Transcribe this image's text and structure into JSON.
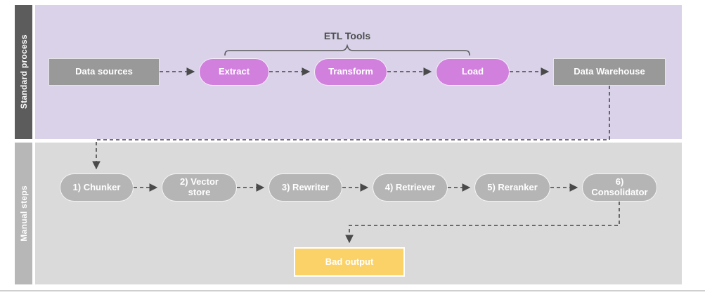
{
  "diagram": {
    "lanes": [
      {
        "label": "Standard process"
      },
      {
        "label": "Manual steps"
      }
    ],
    "annotations": {
      "etl_tools": "ETL Tools"
    },
    "nodes": {
      "data_sources": "Data sources",
      "extract": "Extract",
      "transform": "Transform",
      "load": "Load",
      "data_warehouse": "Data Warehouse",
      "chunker": "1) Chunker",
      "vector_store": "2) Vector store",
      "rewriter": "3) Rewriter",
      "retriever": "4) Retriever",
      "reranker": "5) Reranker",
      "consolidator": "6) Consolidator",
      "bad_output": "Bad output"
    },
    "flow": [
      "Data sources -> Extract -> Transform -> Load -> Data Warehouse",
      "Data Warehouse -> 1) Chunker -> 2) Vector store -> 3) Rewriter -> 4) Retriever -> 5) Reranker -> 6) Consolidator -> Bad output"
    ],
    "colors": {
      "standard_lane_bg": "#d9d2e9",
      "standard_lane_bar": "#5c5c5c",
      "manual_lane_bg": "#dadada",
      "manual_lane_bar": "#b7b7b7",
      "process_box": "#999999",
      "etl_pill": "#d180de",
      "manual_pill": "#b5b5b5",
      "bad_output_box": "#fbd267",
      "connector": "#5a5a5a",
      "node_text": "#ffffff"
    }
  }
}
